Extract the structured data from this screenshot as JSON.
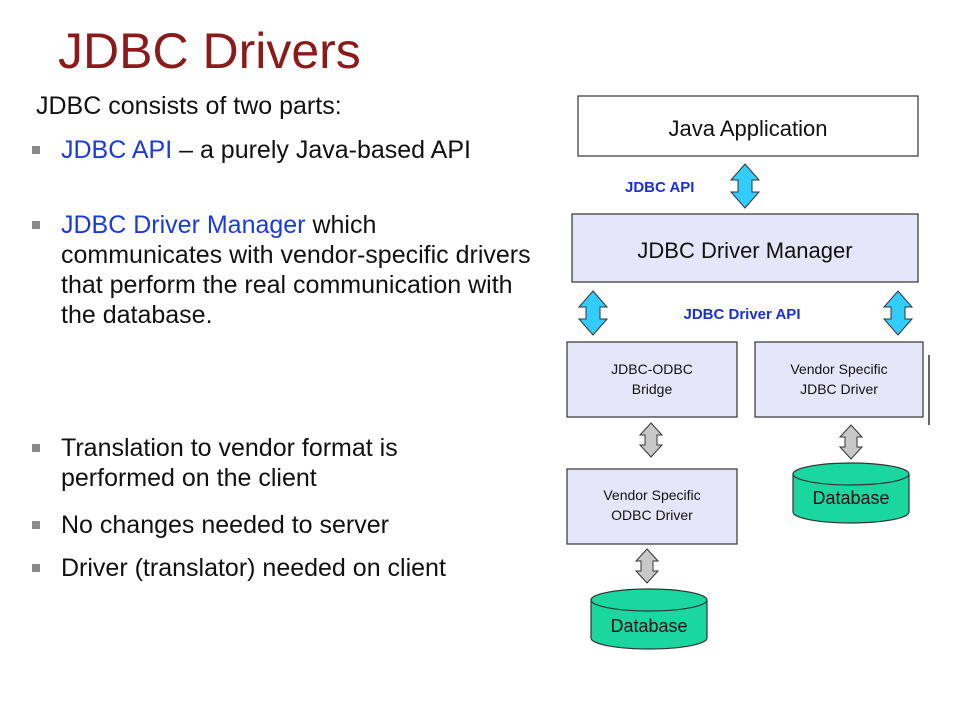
{
  "title": "JDBC Drivers",
  "intro": "JDBC consists of two parts:",
  "bullets": [
    {
      "highlight": "JDBC API",
      "text": " – a purely Java-based API"
    },
    {
      "highlight": "JDBC Driver Manager",
      "text": " which communicates with vendor-specific drivers that perform the real communication with the database."
    },
    {
      "highlight": "",
      "text": "Translation to vendor format is performed on the client"
    },
    {
      "highlight": "",
      "text": "No changes needed to server"
    },
    {
      "highlight": "",
      "text": "Driver (translator) needed on client"
    }
  ],
  "diagram": {
    "java_app": "Java Application",
    "jdbc_api_label": "JDBC API",
    "driver_manager": "JDBC Driver Manager",
    "driver_api_label": "JDBC Driver API",
    "odbc_bridge_line1": "JDBC-ODBC",
    "odbc_bridge_line2": "Bridge",
    "vendor_jdbc_line1": "Vendor Specific",
    "vendor_jdbc_line2": "JDBC Driver",
    "vendor_odbc_line1": "Vendor Specific",
    "vendor_odbc_line2": "ODBC Driver",
    "database_left": "Database",
    "database_right": "Database"
  },
  "colors": {
    "title": "#8b1a1a",
    "highlight": "#1a3adf",
    "box_fill": "#e6e6fa",
    "database_fill": "#1ad7a0",
    "arrow_blue": "#33ccff",
    "arrow_gray": "#c8c8c8",
    "api_label": "#1a2fd6"
  }
}
